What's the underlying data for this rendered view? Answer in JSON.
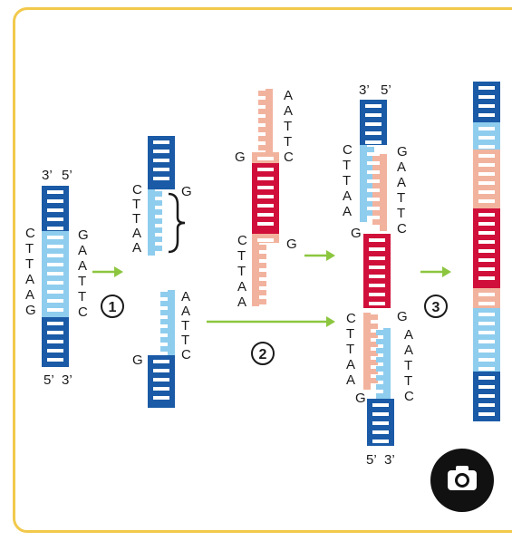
{
  "colors": {
    "frame": "#f2c94c",
    "dark_blue": "#1a5aa6",
    "light_blue": "#8fcdee",
    "red": "#d0103a",
    "salmon": "#f2b39e",
    "arrow": "#8cc63f",
    "camera_bg": "#111111"
  },
  "icons": [
    "camera-icon",
    "closing-brace-icon",
    "arrow-icon"
  ],
  "labels": {
    "original": {
      "end_3_top": "3’",
      "end_5_top": "5’",
      "end_5_bottom": "5’",
      "end_3_bottom": "3’",
      "left_seq": [
        "C",
        "T",
        "T",
        "A",
        "A",
        "G"
      ],
      "right_seq": [
        "G",
        "A",
        "A",
        "T",
        "T",
        "C"
      ]
    },
    "top_fragment": {
      "seq": [
        "C",
        "T",
        "T",
        "A",
        "A"
      ],
      "g": "G"
    },
    "bottom_fragment": {
      "seq": [
        "A",
        "A",
        "T",
        "T",
        "C"
      ],
      "g": "G"
    },
    "insert": {
      "top_seq": [
        "A",
        "A",
        "T",
        "T",
        "C"
      ],
      "top_g": "G",
      "bottom_seq": [
        "C",
        "T",
        "T",
        "A",
        "A"
      ],
      "bottom_g": "G"
    },
    "assembled": {
      "end_3_top": "3’",
      "end_5_top": "5’",
      "upper_left_seq": [
        "C",
        "T",
        "T",
        "A",
        "A"
      ],
      "upper_left_g": "G",
      "upper_right_seq": [
        "G",
        "A",
        "A",
        "T",
        "T",
        "C"
      ],
      "lower_left_seq": [
        "C",
        "T",
        "T",
        "A",
        "A"
      ],
      "lower_left_g": "G",
      "lower_right_seq": [
        "G",
        "A",
        "A",
        "T",
        "T",
        "C"
      ],
      "end_5_bottom": "5’",
      "end_3_bottom": "3’"
    },
    "step_1": "1",
    "step_2": "2",
    "step_3": "3"
  }
}
